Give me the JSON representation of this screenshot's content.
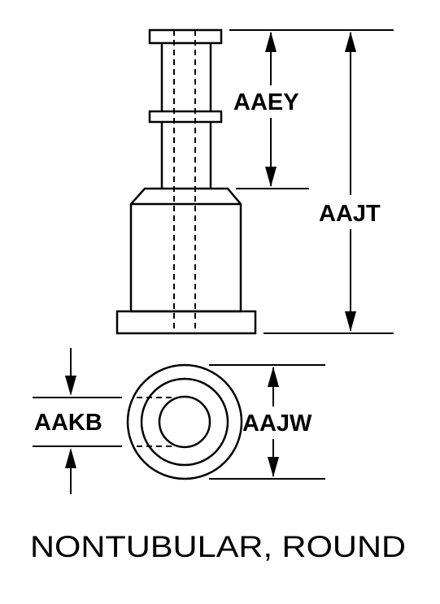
{
  "labels": {
    "aaey": "AAEY",
    "aajt": "AAJT",
    "aakb": "AAKB",
    "aajw": "AAJW"
  },
  "caption": "NONTUBULAR, ROUND",
  "colors": {
    "ink": "#000000",
    "background": "#ffffff"
  }
}
